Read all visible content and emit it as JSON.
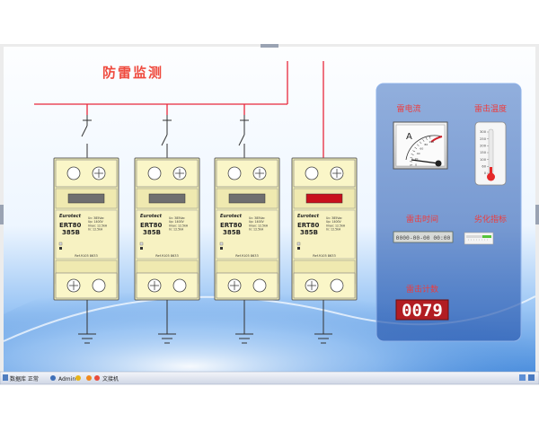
{
  "title": "防雷监测",
  "colors": {
    "wire": "#e8283b",
    "module_body": "#f3efb6",
    "module_outline": "#606060",
    "status_ok": "#6f6f6f",
    "status_alarm": "#c8101c",
    "panel": "#5f8fd6",
    "counter_bg": "#b21d23"
  },
  "modules": [
    {
      "brand": "Eurotect",
      "model": "ERT80",
      "rating": "385B",
      "ref": "Ref.9105 8633",
      "status": "ok"
    },
    {
      "brand": "Eurotect",
      "model": "ERT80",
      "rating": "385B",
      "ref": "Ref.9105 8633",
      "status": "ok"
    },
    {
      "brand": "Eurotect",
      "model": "ERT80",
      "rating": "385B",
      "ref": "Ref.9105 8633",
      "status": "ok"
    },
    {
      "brand": "Eurotect",
      "model": "ERT80",
      "rating": "385B",
      "ref": "Ref.9105 8633",
      "status": "alarm"
    }
  ],
  "module_specs": [
    "Uc: 385Vac",
    "Up: 1400V",
    "Imax: 12.5kA",
    "In: 12.5kA"
  ],
  "panel": {
    "current_label": "雷电流",
    "current_gauge_letter": "A",
    "current_gauge_scale": [
      "0",
      "10",
      "20",
      "30",
      "40",
      "50",
      "60",
      "70",
      "80",
      "90",
      "100"
    ],
    "temp_label": "雷击温度",
    "temp_scale": [
      "300",
      "250",
      "200",
      "150",
      "100",
      "60",
      "0"
    ],
    "time_label": "雷击时间",
    "time_value": "0000-00-00 00:00",
    "degrade_label": "劣化指标",
    "count_label": "雷击计数",
    "count_value": "0079"
  },
  "taskbar": {
    "db_label": "数据库 正常",
    "user_label": "Admin",
    "app_label": "文接机"
  }
}
